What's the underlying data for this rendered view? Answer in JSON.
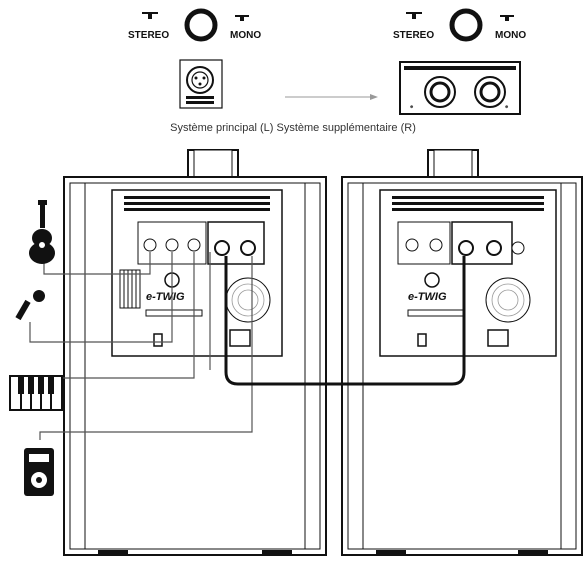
{
  "switch": {
    "stereo": "STEREO",
    "mono": "MONO"
  },
  "caption": "Système principal (L) Système supplémentaire (R)",
  "speakers": {
    "brand": "e-TWIG"
  },
  "sources": [
    {
      "icon": "guitar-icon"
    },
    {
      "icon": "microphone-icon"
    },
    {
      "icon": "keyboard-icon"
    },
    {
      "icon": "media-player-icon"
    }
  ],
  "colors": {
    "line": "#111111",
    "cable": "#444444",
    "text": "#111111",
    "caption": "#333333",
    "arrow": "#999999"
  }
}
